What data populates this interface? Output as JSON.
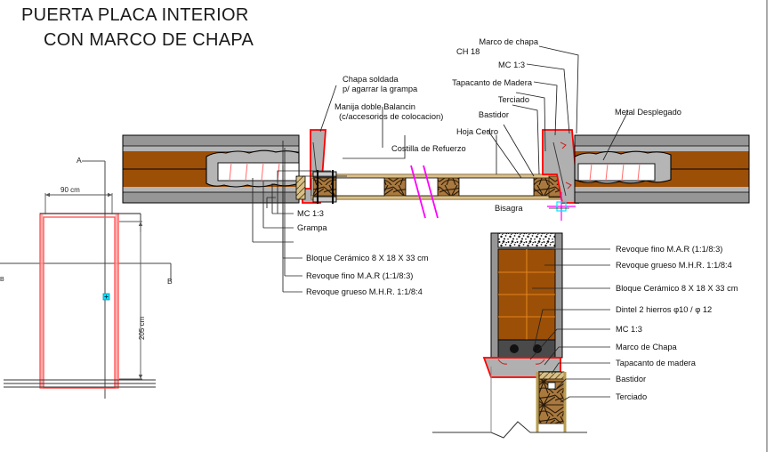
{
  "title": {
    "line1": "PUERTA PLACA INTERIOR",
    "line2": "CON MARCO DE CHAPA"
  },
  "plan_section": {
    "labels": {
      "chapa_soldada_1": "Chapa soldada",
      "chapa_soldada_2": "p/ agarrar la grampa",
      "manija_1": "Manija doble Balancin",
      "manija_2": "(c/accesorios de colocacion)",
      "costilla": "Costilla de Refuerzo",
      "marco_chapa_1": "Marco de chapa",
      "marco_chapa_2": "CH 18",
      "mc13": "MC 1:3",
      "tapacanto": "Tapacanto de Madera",
      "terciado": "Terciado",
      "bastidor": "Bastidor",
      "hoja_cedro": "Hoja Cedro",
      "bisagra": "Bisagra",
      "metal_desplegado": "Metal Desplegado",
      "mc13_b": "MC 1:3",
      "grampa": "Grampa",
      "bloque": "Bloque Cerámico 8 X 18 X 33 cm",
      "revoque_fino": "Revoque fino M.A.R (1:1/8:3)",
      "revoque_grueso": "Revoque grueso M.H.R. 1:1/8:4"
    }
  },
  "vertical_section": {
    "labels": {
      "revoque_fino": "Revoque fino M.A.R (1:1/8:3)",
      "revoque_grueso": "Revoque grueso M.H.R. 1:1/8:4",
      "bloque": "Bloque Cerámico 8 X 18 X 33 cm",
      "dintel": "Dintel 2 hierros φ10 / φ 12",
      "mc13": "MC 1:3",
      "marco_chapa": "Marco de Chapa",
      "tapacanto": "Tapacanto de madera",
      "bastidor": "Bastidor",
      "terciado": "Terciado"
    }
  },
  "elevation": {
    "width_dim": "90  cm",
    "height_dim": "205  cm",
    "section_mark_a": "A",
    "section_mark_b": "B",
    "section_mark_b_left": "B"
  },
  "colors": {
    "brick": "#9c4f06",
    "brick_dark": "#7a3d05",
    "render_gray": "#969696",
    "render_light": "#b4b4b4",
    "frame_gray": "#b0b0b0",
    "red_outline": "#ff0000",
    "wood": "#d9c089",
    "wood_dark": "#8a6b3a",
    "magenta": "#ff00ff",
    "cyan": "#00ffff",
    "lintel": "#4a4a4a",
    "line": "#000000"
  }
}
